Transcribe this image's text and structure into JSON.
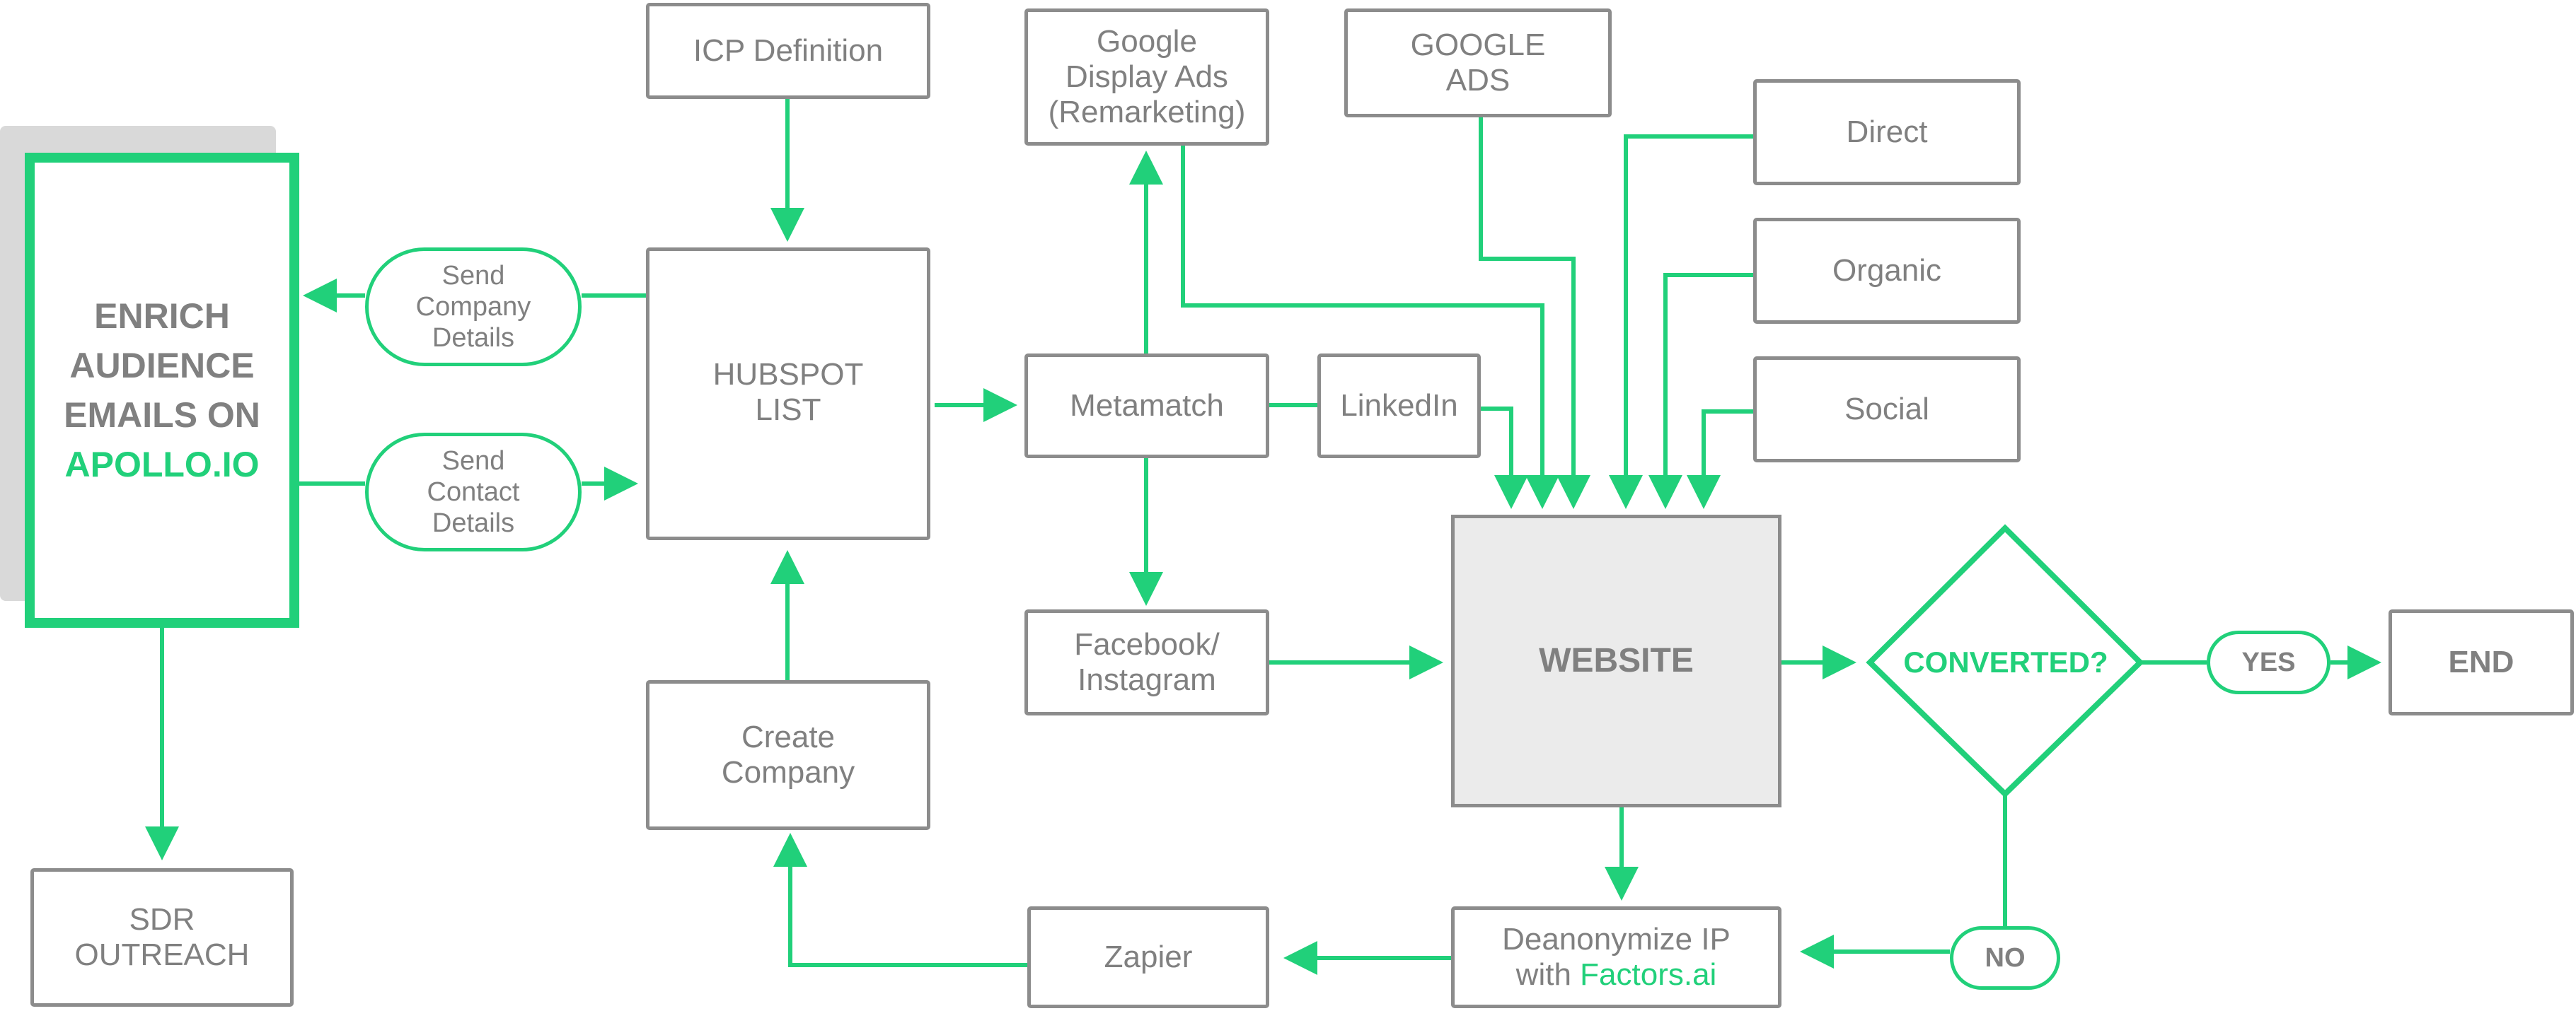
{
  "colors": {
    "accent": "#21d07a",
    "box_border": "#8c8c8c",
    "text": "#808080",
    "website_fill": "#ebebeb",
    "shadow": "#d9d9d9"
  },
  "nodes": {
    "enrich": {
      "line1": "ENRICH",
      "line2": "AUDIENCE",
      "line3": "EMAILS ON",
      "line4": "APOLLO.IO"
    },
    "send_company": "Send\nCompany\nDetails",
    "send_contact": "Send\nContact\nDetails",
    "sdr_outreach": "SDR\nOUTREACH",
    "icp_definition": "ICP Definition",
    "hubspot_list": "HUBSPOT\nLIST",
    "create_company": "Create\nCompany",
    "google_display_ads": "Google\nDisplay Ads\n(Remarketing)",
    "google_ads": "GOOGLE\nADS",
    "metamatch": "Metamatch",
    "linkedin": "LinkedIn",
    "facebook_instagram": "Facebook/\nInstagram",
    "direct": "Direct",
    "organic": "Organic",
    "social": "Social",
    "website": "WEBSITE",
    "converted": "CONVERTED?",
    "yes": "YES",
    "end": "END",
    "no": "NO",
    "zapier": "Zapier",
    "deanonymize": {
      "line1": "Deanonymize IP",
      "line2_prefix": "with ",
      "line2_brand": "Factors.ai"
    }
  }
}
